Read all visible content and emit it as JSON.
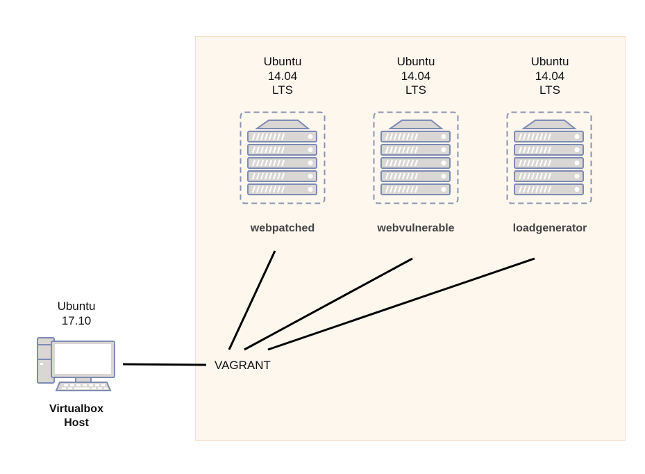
{
  "servers": [
    {
      "os": "Ubuntu\n14.04\nLTS",
      "name": "webpatched",
      "icon": "server-rack-icon"
    },
    {
      "os": "Ubuntu\n14.04\nLTS",
      "name": "webvulnerable",
      "icon": "server-rack-icon"
    },
    {
      "os": "Ubuntu\n14.04\nLTS",
      "name": "loadgenerator",
      "icon": "server-rack-icon"
    }
  ],
  "host": {
    "os": "Ubuntu\n17.10",
    "name": "Virtualbox\nHost",
    "icon": "desktop-computer-icon"
  },
  "hub": {
    "label": "VAGRANT"
  },
  "colors": {
    "area_fill": "#fdf7ee",
    "area_border": "#f5dfc3",
    "icon_stroke": "#7d8bb3",
    "icon_fill": "#d9d6d3",
    "line": "#000000"
  }
}
